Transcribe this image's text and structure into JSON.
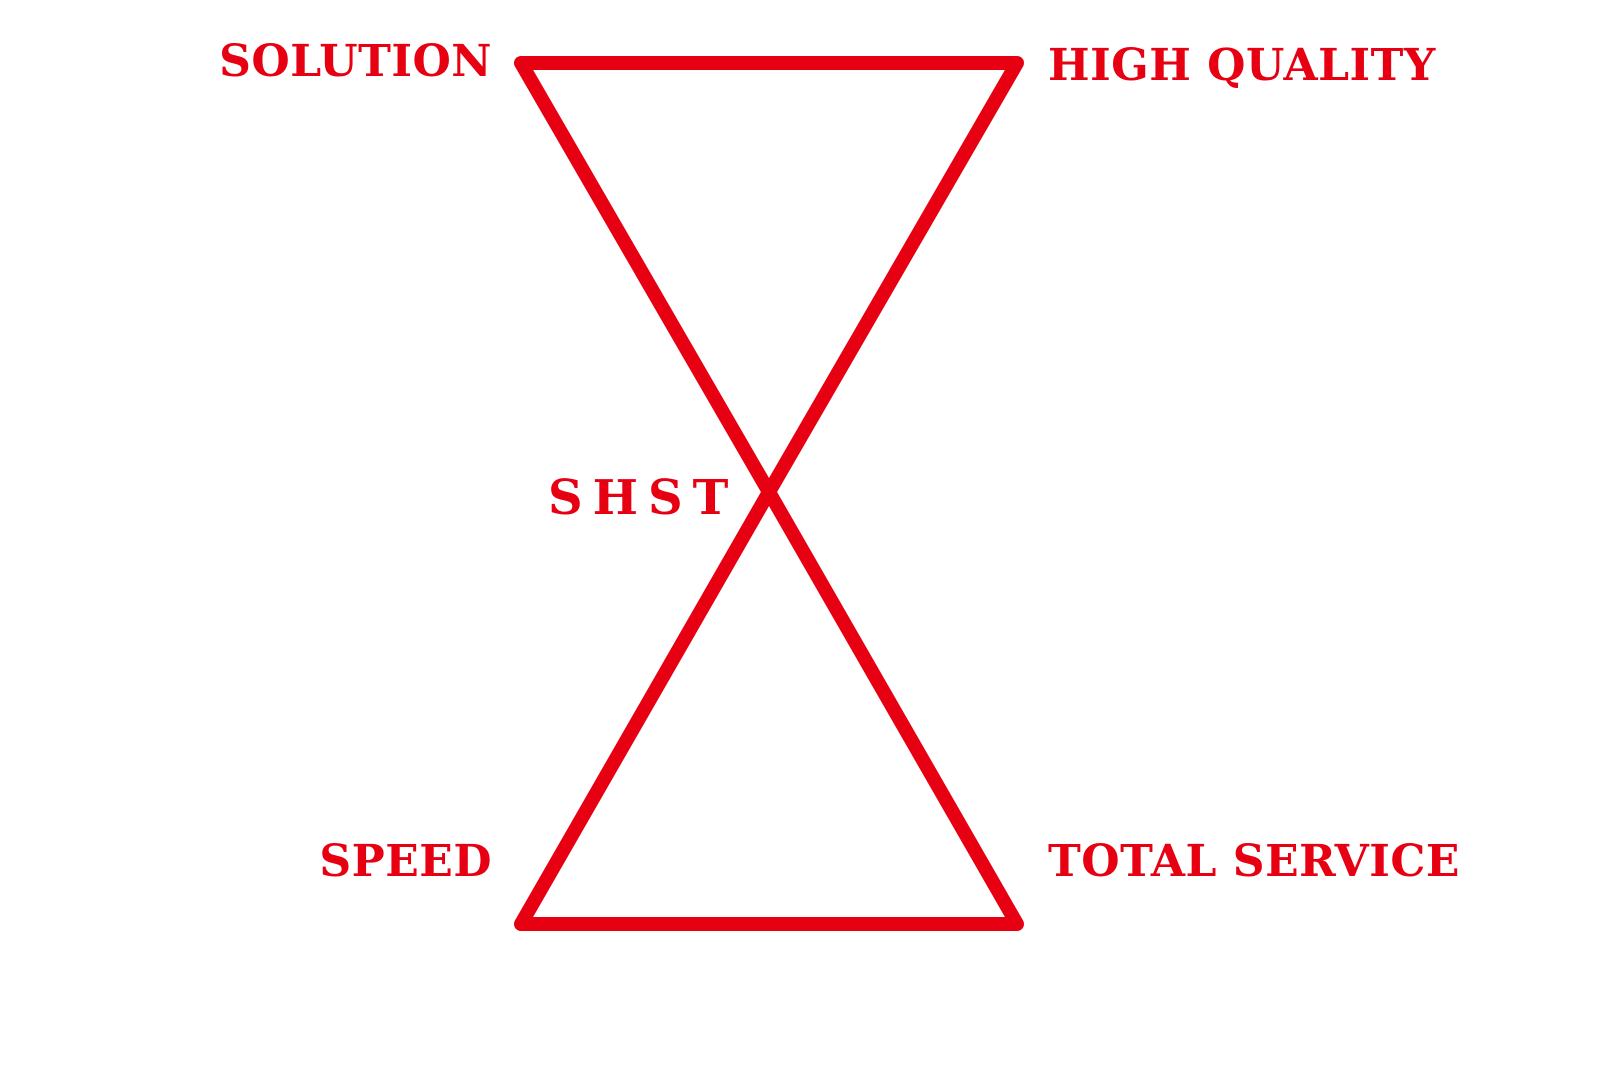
{
  "colors": {
    "accent": "#e60012",
    "background": "#ffffff"
  },
  "corners": {
    "top_left": "SOLUTION",
    "top_right": "HIGH QUALITY",
    "bottom_left": "SPEED",
    "bottom_right": "TOTAL SERVICE"
  },
  "center_label": "SHST"
}
